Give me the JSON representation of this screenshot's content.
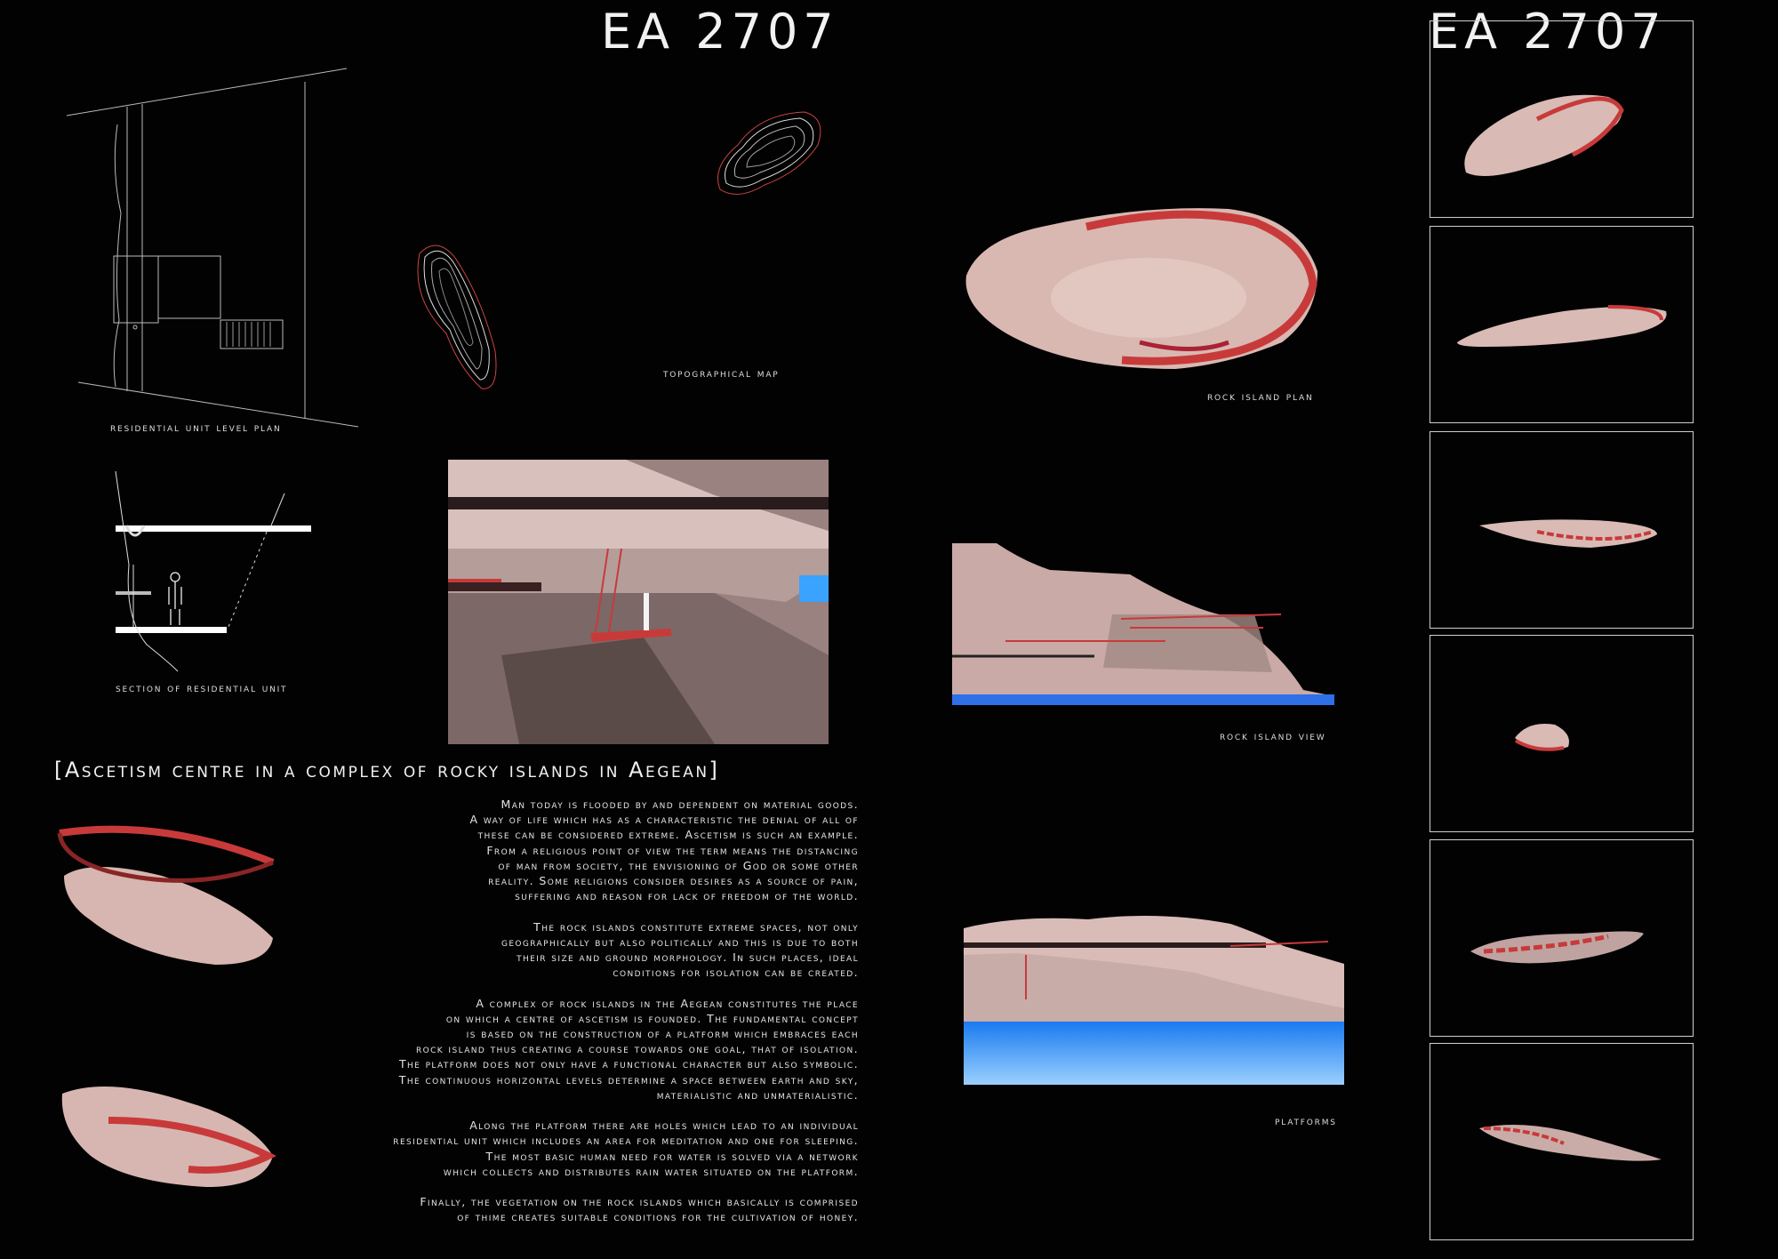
{
  "titles": {
    "main": "EA 2707",
    "side": "EA 2707"
  },
  "labels": {
    "residential_plan": "Residential unit level plan",
    "topographical_map": "Topographical map",
    "rock_island_plan": "Rock island plan",
    "section": "Section of residential unit",
    "rock_island_view": "Rock island view",
    "platforms": "Platforms"
  },
  "subtitle": "[Ascetism centre in a complex of rocky islands in Aegean]",
  "paragraphs": [
    [
      "Man today is flooded by and dependent on material goods.",
      "A way of life which has as a characteristic the denial of all of",
      "these can be considered extreme. Ascetism is such an example.",
      "From a religious point of view the term means the distancing",
      "of man from society, the envisioning of God or some other",
      "reality. Some religions consider desires as a source of pain,",
      "suffering and reason for lack of freedom of the world."
    ],
    [
      "The rock islands constitute extreme spaces, not only",
      "geographically but also politically and this is due to both",
      "their size and ground morphology. In such places, ideal",
      "conditions for isolation can be created."
    ],
    [
      "A complex of rock islands in the Aegean constitutes the place",
      "on which a centre of ascetism is founded. The fundamental concept",
      "is based on the construction of a platform which embraces each",
      "rock island thus creating a course towards one goal, that of isolation.",
      "The platform does not only have a functional character but also symbolic.",
      "The continuous horizontal levels determine a space between earth and sky,",
      "materialistic and unmaterialistic."
    ],
    [
      "Along the platform there are holes which lead to an individual",
      "residential unit which includes an area for meditation and one for sleeping.",
      "The most basic human need for water is solved via a network",
      "which collects and distributes rain water situated on the platform."
    ],
    [
      "Finally, the vegetation on the rock islands which basically is comprised",
      "of thime creates suitable conditions for the cultivation of honey."
    ]
  ],
  "colors": {
    "rock": "#d9b8b2",
    "platform": "#c83a3a",
    "sea": "#2f7fe8",
    "background": "#020202"
  }
}
